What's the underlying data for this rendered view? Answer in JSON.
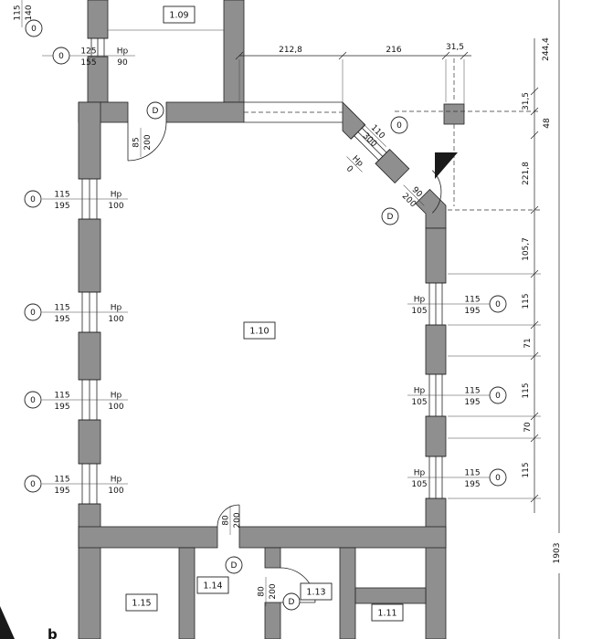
{
  "rooms": {
    "r109": "1.09",
    "r110": "1.10",
    "r111": "1.11",
    "r113": "1.13",
    "r114": "1.14",
    "r115": "1.15"
  },
  "symbols": {
    "window": "0",
    "door": "D",
    "stair_mark": "b"
  },
  "windows": {
    "left": {
      "w": "115",
      "h": "195",
      "hp_label": "Hp",
      "hp": "100"
    },
    "right": {
      "w": "115",
      "h": "195",
      "hp_label": "Hp",
      "hp": "105"
    },
    "top": {
      "w": "125",
      "h": "155",
      "hp_label": "Hp",
      "hp": "90"
    },
    "corner": {
      "w": "115",
      "h": "140"
    },
    "diagonal": {
      "w": "110",
      "h": "300",
      "hp_label": "Hp",
      "hp": "0"
    }
  },
  "doors": {
    "entry": {
      "w": "85",
      "h": "200"
    },
    "diagonal": {
      "w": "90",
      "h": "200"
    },
    "interior": {
      "w": "80",
      "h": "200"
    }
  },
  "dims": {
    "top": [
      "212,8",
      "216",
      "31,5"
    ],
    "right": [
      "244,4",
      "31,5",
      "48",
      "221,8",
      "105,7",
      "115",
      "71",
      "115",
      "70",
      "115"
    ],
    "total": "1903"
  }
}
